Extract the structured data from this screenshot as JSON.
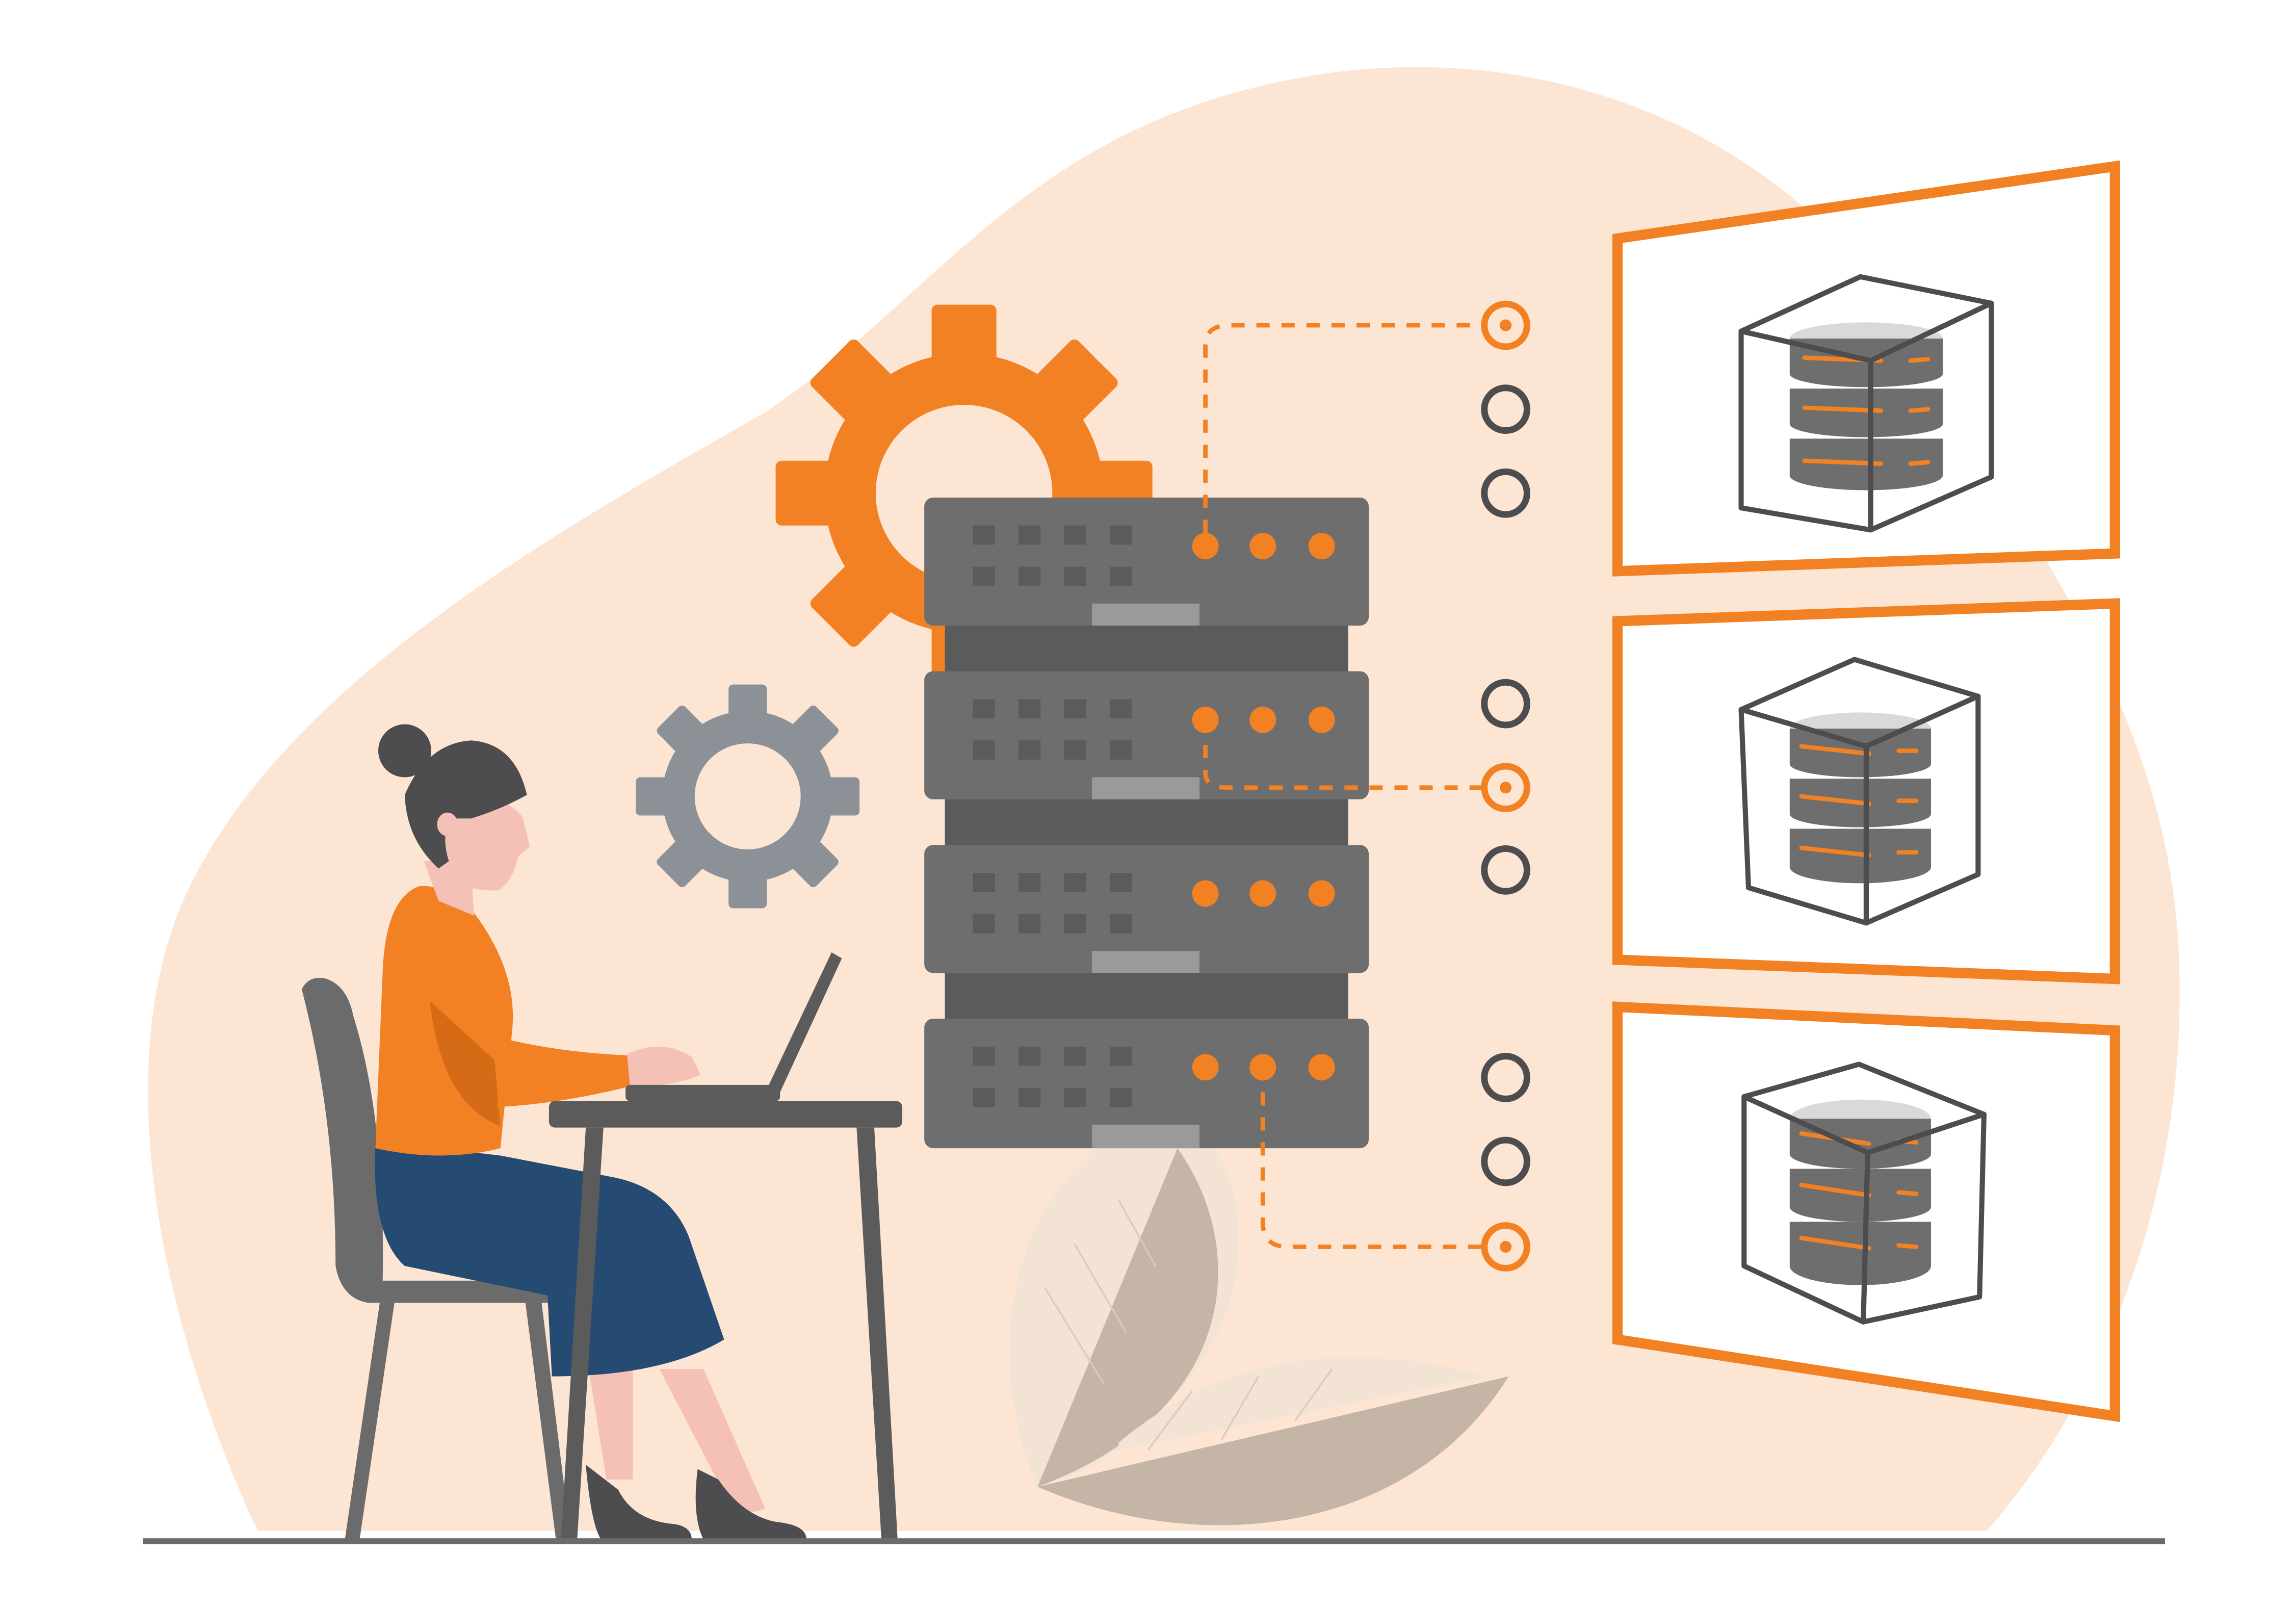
{
  "illustration": {
    "colors": {
      "background": "#ffffff",
      "blob": "#fde5d4",
      "accent": "#f28123",
      "server": "#6e6e6e",
      "server_dark": "#5b5b5c",
      "slot": "#9a9a9c",
      "gear_gray": "#8c9197",
      "outline": "#4d4d4f",
      "skin": "#f5c1b6",
      "hair": "#4d4d4f",
      "skirt": "#264b73",
      "leaf": "#c4b5a6",
      "leaf_light": "#f3e3d5",
      "ground": "#6b6b6b",
      "db_light": "#d9d9d9"
    },
    "elements": [
      "background-blob",
      "orange-gear-icon",
      "gray-gear-icon",
      "server-rack",
      "connection-nodes",
      "database-panels",
      "woman-at-laptop",
      "decorative-leaves",
      "ground-line"
    ],
    "server_units": 4,
    "database_panels": 3,
    "connection_node_groups": 3
  }
}
